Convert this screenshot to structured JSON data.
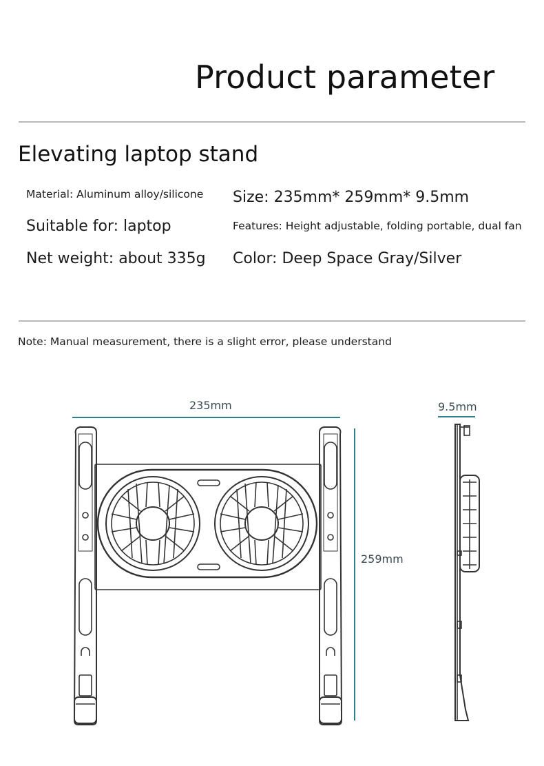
{
  "header": {
    "title": "Product parameter"
  },
  "product": {
    "name": "Elevating laptop stand"
  },
  "specs": {
    "material": "Material: Aluminum alloy/silicone",
    "size": "Size: 235mm* 259mm* 9.5mm",
    "suitable": "Suitable for: laptop",
    "features": "Features: Height adjustable, folding portable, dual fan",
    "weight": "Net weight: about 335g",
    "color": "Color: Deep Space Gray/Silver"
  },
  "note": "Note: Manual measurement, there is a slight error, please understand",
  "dimensions": {
    "width": "235mm",
    "height": "259mm",
    "thickness": "9.5mm"
  },
  "colors": {
    "dimension_line": "#2f7f8a",
    "rule": "#b9b9b9",
    "drawing_stroke": "#333333"
  }
}
